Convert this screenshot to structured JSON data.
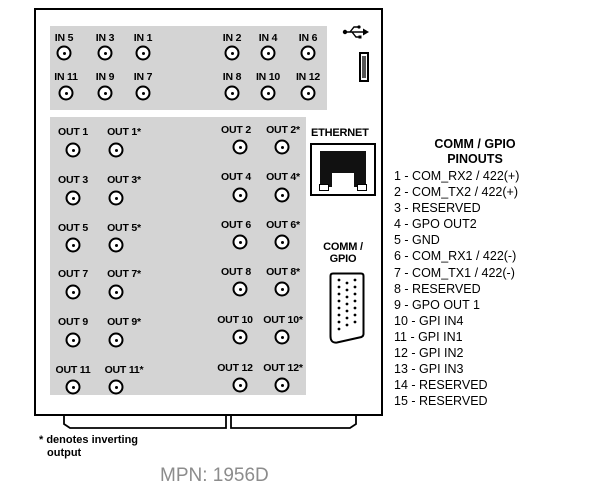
{
  "inputs": {
    "top_row": [
      "IN 5",
      "IN 3",
      "IN 1",
      "IN 2",
      "IN 4",
      "IN 6"
    ],
    "bottom_row": [
      "IN 11",
      "IN 9",
      "IN 7",
      "IN 8",
      "IN 10",
      "IN 12"
    ]
  },
  "outputs": {
    "left_rows": [
      [
        "OUT 1",
        "OUT 1*"
      ],
      [
        "OUT 3",
        "OUT 3*"
      ],
      [
        "OUT 5",
        "OUT 5*"
      ],
      [
        "OUT 7",
        "OUT 7*"
      ],
      [
        "OUT 9",
        "OUT 9*"
      ],
      [
        "OUT 11",
        "OUT 11*"
      ]
    ],
    "right_rows": [
      [
        "OUT 2",
        "OUT 2*"
      ],
      [
        "OUT 4",
        "OUT 4*"
      ],
      [
        "OUT 6",
        "OUT 6*"
      ],
      [
        "OUT 8",
        "OUT 8*"
      ],
      [
        "OUT 10",
        "OUT 10*"
      ],
      [
        "OUT 12",
        "OUT 12*"
      ]
    ]
  },
  "ethernet_label": "ETHERNET",
  "comm_gpio_label": [
    "COMM /",
    "GPIO"
  ],
  "pinouts": {
    "title": [
      "COMM / GPIO",
      "PINOUTS"
    ],
    "pins": [
      "1 - COM_RX2 / 422(+)",
      "2 - COM_TX2 / 422(+)",
      "3 - RESERVED",
      "4 - GPO OUT2",
      "5 - GND",
      "6 - COM_RX1 / 422(-)",
      "7 - COM_TX1 / 422(-)",
      "8 - RESERVED",
      "9 - GPO OUT 1",
      "10 - GPI IN4",
      "11 - GPI IN1",
      "12 - GPI IN2",
      "13 - GPI IN3",
      "14 - RESERVED",
      "15 - RESERVED"
    ]
  },
  "footnote": [
    "* denotes inverting",
    "output"
  ],
  "mpn": "MPN: 1956D",
  "icons": {
    "usb": "usb-icon",
    "usb_port": "usb-port",
    "ethernet_jack": "rj45-port-icon",
    "db15": "db15-connector-icon"
  },
  "colors": {
    "panel_fill": "#d4d4d4",
    "mpn_text": "#8c8c8c"
  }
}
